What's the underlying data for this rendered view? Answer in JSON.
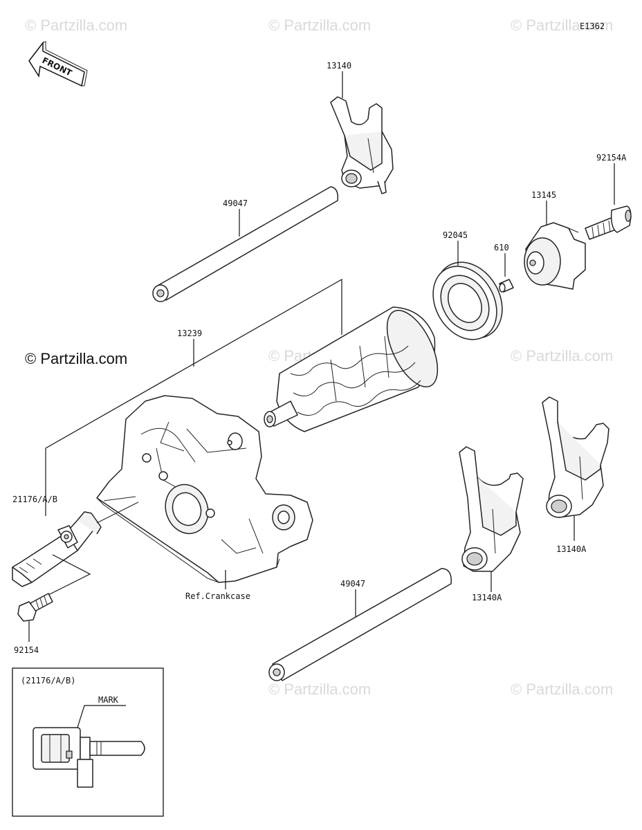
{
  "diagram": {
    "code": "E1362",
    "front_label": "FRONT",
    "watermarks": [
      "© Partzilla.com"
    ],
    "copyright": "© Partzilla.com",
    "parts": {
      "fork_top": "13140",
      "shaft_upper": "49047",
      "cam_holder": "13145",
      "bolt_right": "92154A",
      "bearing": "92045",
      "pin": "610",
      "shift_drum": "13239",
      "sensor": "21176/A/B",
      "fork_mid": "13140A",
      "fork_right": "13140A",
      "shaft_lower": "49047",
      "crankcase": "Ref.Crankcase",
      "bolt_left": "92154"
    },
    "inset": {
      "title": "(21176/A/B)",
      "mark_label": "MARK"
    }
  }
}
